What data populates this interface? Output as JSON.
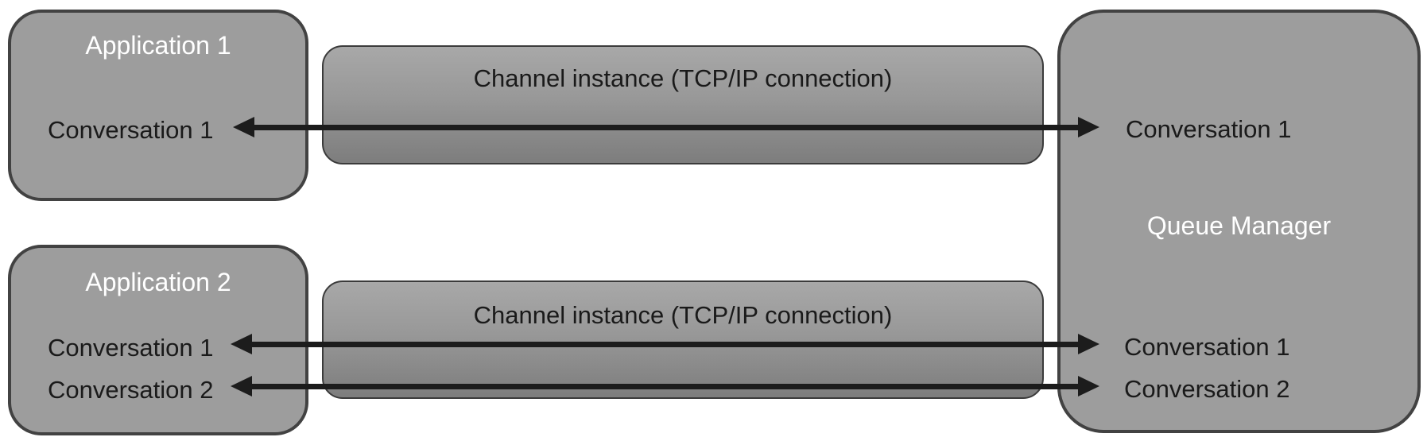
{
  "diagram": {
    "application_1": {
      "title": "Application 1",
      "conversations": [
        "Conversation 1"
      ]
    },
    "application_2": {
      "title": "Application 2",
      "conversations": [
        "Conversation 1",
        "Conversation 2"
      ]
    },
    "channel_1": {
      "label": "Channel instance (TCP/IP connection)"
    },
    "channel_2": {
      "label": "Channel instance (TCP/IP connection)"
    },
    "queue_manager": {
      "title": "Queue Manager",
      "top_conversations": [
        "Conversation 1"
      ],
      "bottom_conversations": [
        "Conversation 1",
        "Conversation 2"
      ]
    },
    "colors": {
      "node_fill": "#9d9d9d",
      "node_border": "#424242",
      "channel_gradient_top": "#a8a8a8",
      "channel_gradient_bottom": "#7d7d7d",
      "arrow": "#1c1c1c",
      "title_text": "#ffffff",
      "body_text": "#1a1a1a",
      "background": "#ffffff"
    }
  }
}
